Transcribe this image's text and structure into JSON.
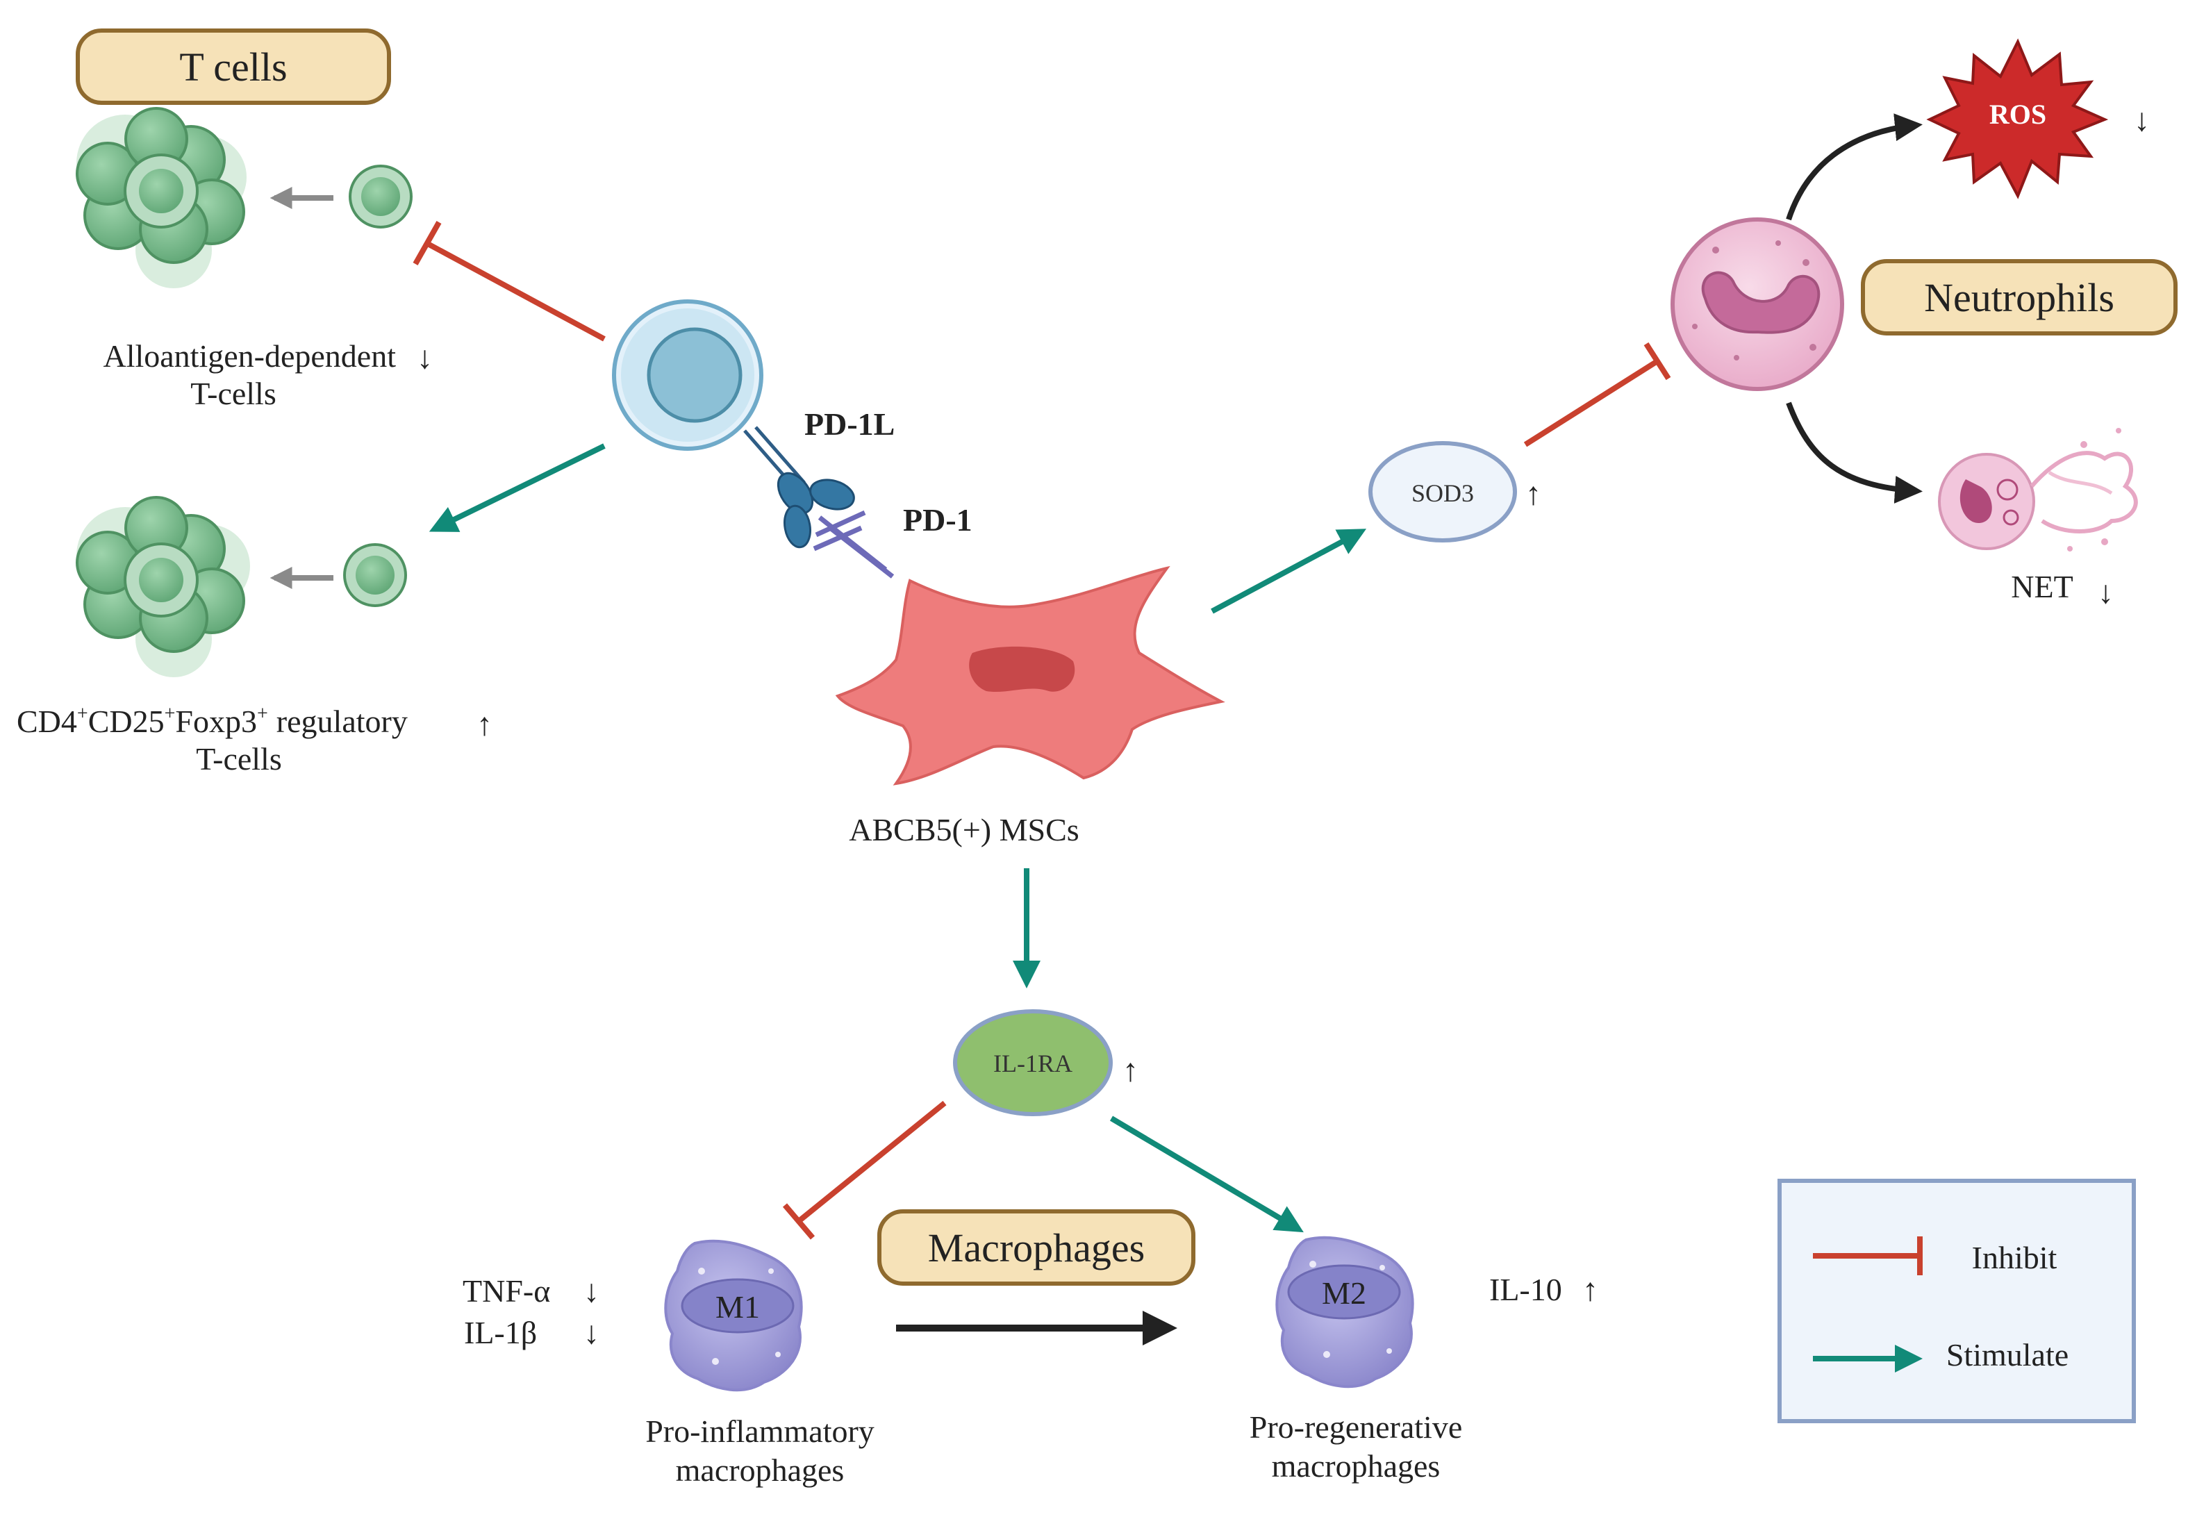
{
  "titles": {
    "t_cells": "T cells",
    "neutrophils": "Neutrophils",
    "macrophages": "Macrophages"
  },
  "labels": {
    "alloantigen_line1": "Alloantigen-dependent",
    "alloantigen_line2": "T-cells",
    "treg_cd4": "CD4",
    "treg_cd25": "CD25",
    "treg_foxp": "Foxp3",
    "treg_rest": "regulatory",
    "treg_line2": "T-cells",
    "pd1l": "PD-1L",
    "pd1": "PD-1",
    "msc": "ABCB5(+)  MSCs",
    "sod3": "SOD3",
    "ros": "ROS",
    "net": "NET",
    "il1ra": "IL-1RA",
    "m1": "M1",
    "m2": "M2",
    "tnf": "TNF-α",
    "il1b": "IL-1β",
    "il10": "IL-10",
    "pro_inflam_line1": "Pro-inflammatory",
    "pro_inflam_line2": "macrophages",
    "pro_regen_line1": "Pro-regenerative",
    "pro_regen_line2": "macrophages"
  },
  "arrows": {
    "down": "↓",
    "up": "↑"
  },
  "legend": {
    "inhibit": "Inhibit",
    "stimulate": "Stimulate"
  },
  "colors": {
    "inhibit": "#c9412e",
    "stimulate": "#118a78",
    "title_fill": "#f6e2b8",
    "title_stroke": "#8f6a2e",
    "legend_bg": "#eef4fb",
    "legend_stroke": "#8aa0c6",
    "msc_fill": "#ee7c7c",
    "ros_fill": "#cc2a2a",
    "il1ra_fill": "#8fbf6e",
    "sod3_fill": "#eef4fb",
    "tcell_fill": "#7fbf91",
    "neutrophil_fill": "#f2c6dc",
    "macrophage_fill": "#a8a6dc"
  }
}
